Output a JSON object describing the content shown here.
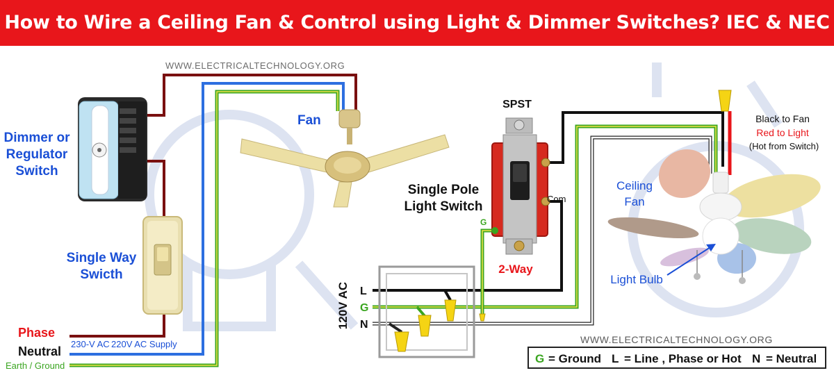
{
  "title": "How to Wire a Ceiling Fan & Control using Light & Dimmer Switches? IEC & NEC",
  "watermark": "WWW.ELECTRICALTECHNOLOGY.ORG",
  "labels": {
    "dimmer_line1": "Dimmer or",
    "dimmer_line2": "Regulator",
    "dimmer_line3": "Switch",
    "single_way_line1": "Single Way",
    "single_way_line2": "Swicth",
    "fan": "Fan",
    "spst": "SPST",
    "single_pole_line1": "Single Pole",
    "single_pole_line2": "Light Switch",
    "g_terminal": "G",
    "com": "Com",
    "two_way": "2-Way",
    "black_to_fan": "Black to Fan",
    "red_to_light": "Red to Light",
    "hot_from_switch": "(Hot from Switch)",
    "ceiling_line1": "Ceiling",
    "ceiling_line2": "Fan",
    "light_bulb": "Light Bulb",
    "phase": "Phase",
    "neutral": "Neutral",
    "earth": "Earth / Ground",
    "supply_230": "230-V AC",
    "supply_220": "220V AC Supply",
    "voltage_120": "120V AC",
    "L": "L",
    "G": "G",
    "N": "N"
  },
  "legend": {
    "g_key": "G",
    "g_text": "= Ground",
    "l_key": "L",
    "l_text": "= Line , Phase or Hot",
    "n_key": "N",
    "n_text": "= Neutral"
  },
  "colors": {
    "title_bg": "#e8161b",
    "blue_label": "#1a4fd6",
    "red_label": "#e8161b",
    "phase_wire": "#7a1010",
    "neutral_wire": "#2d6fe0",
    "earth_wire": "#3aa520",
    "hot_wire": "#111111",
    "connector": "#f5d414"
  }
}
